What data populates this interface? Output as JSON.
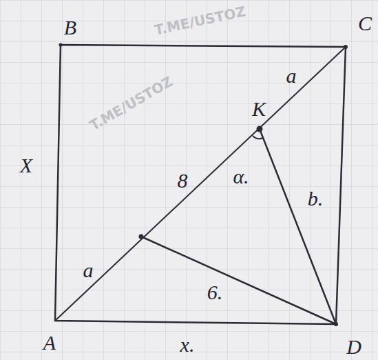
{
  "diagram": {
    "labels": [
      "B",
      "C",
      "X",
      "a",
      "K",
      "α.",
      "8",
      "b.",
      "a",
      "6.",
      "A",
      "x.",
      "D",
      "T.ME/USTOZ",
      "T.ME/USTOZ"
    ]
  }
}
